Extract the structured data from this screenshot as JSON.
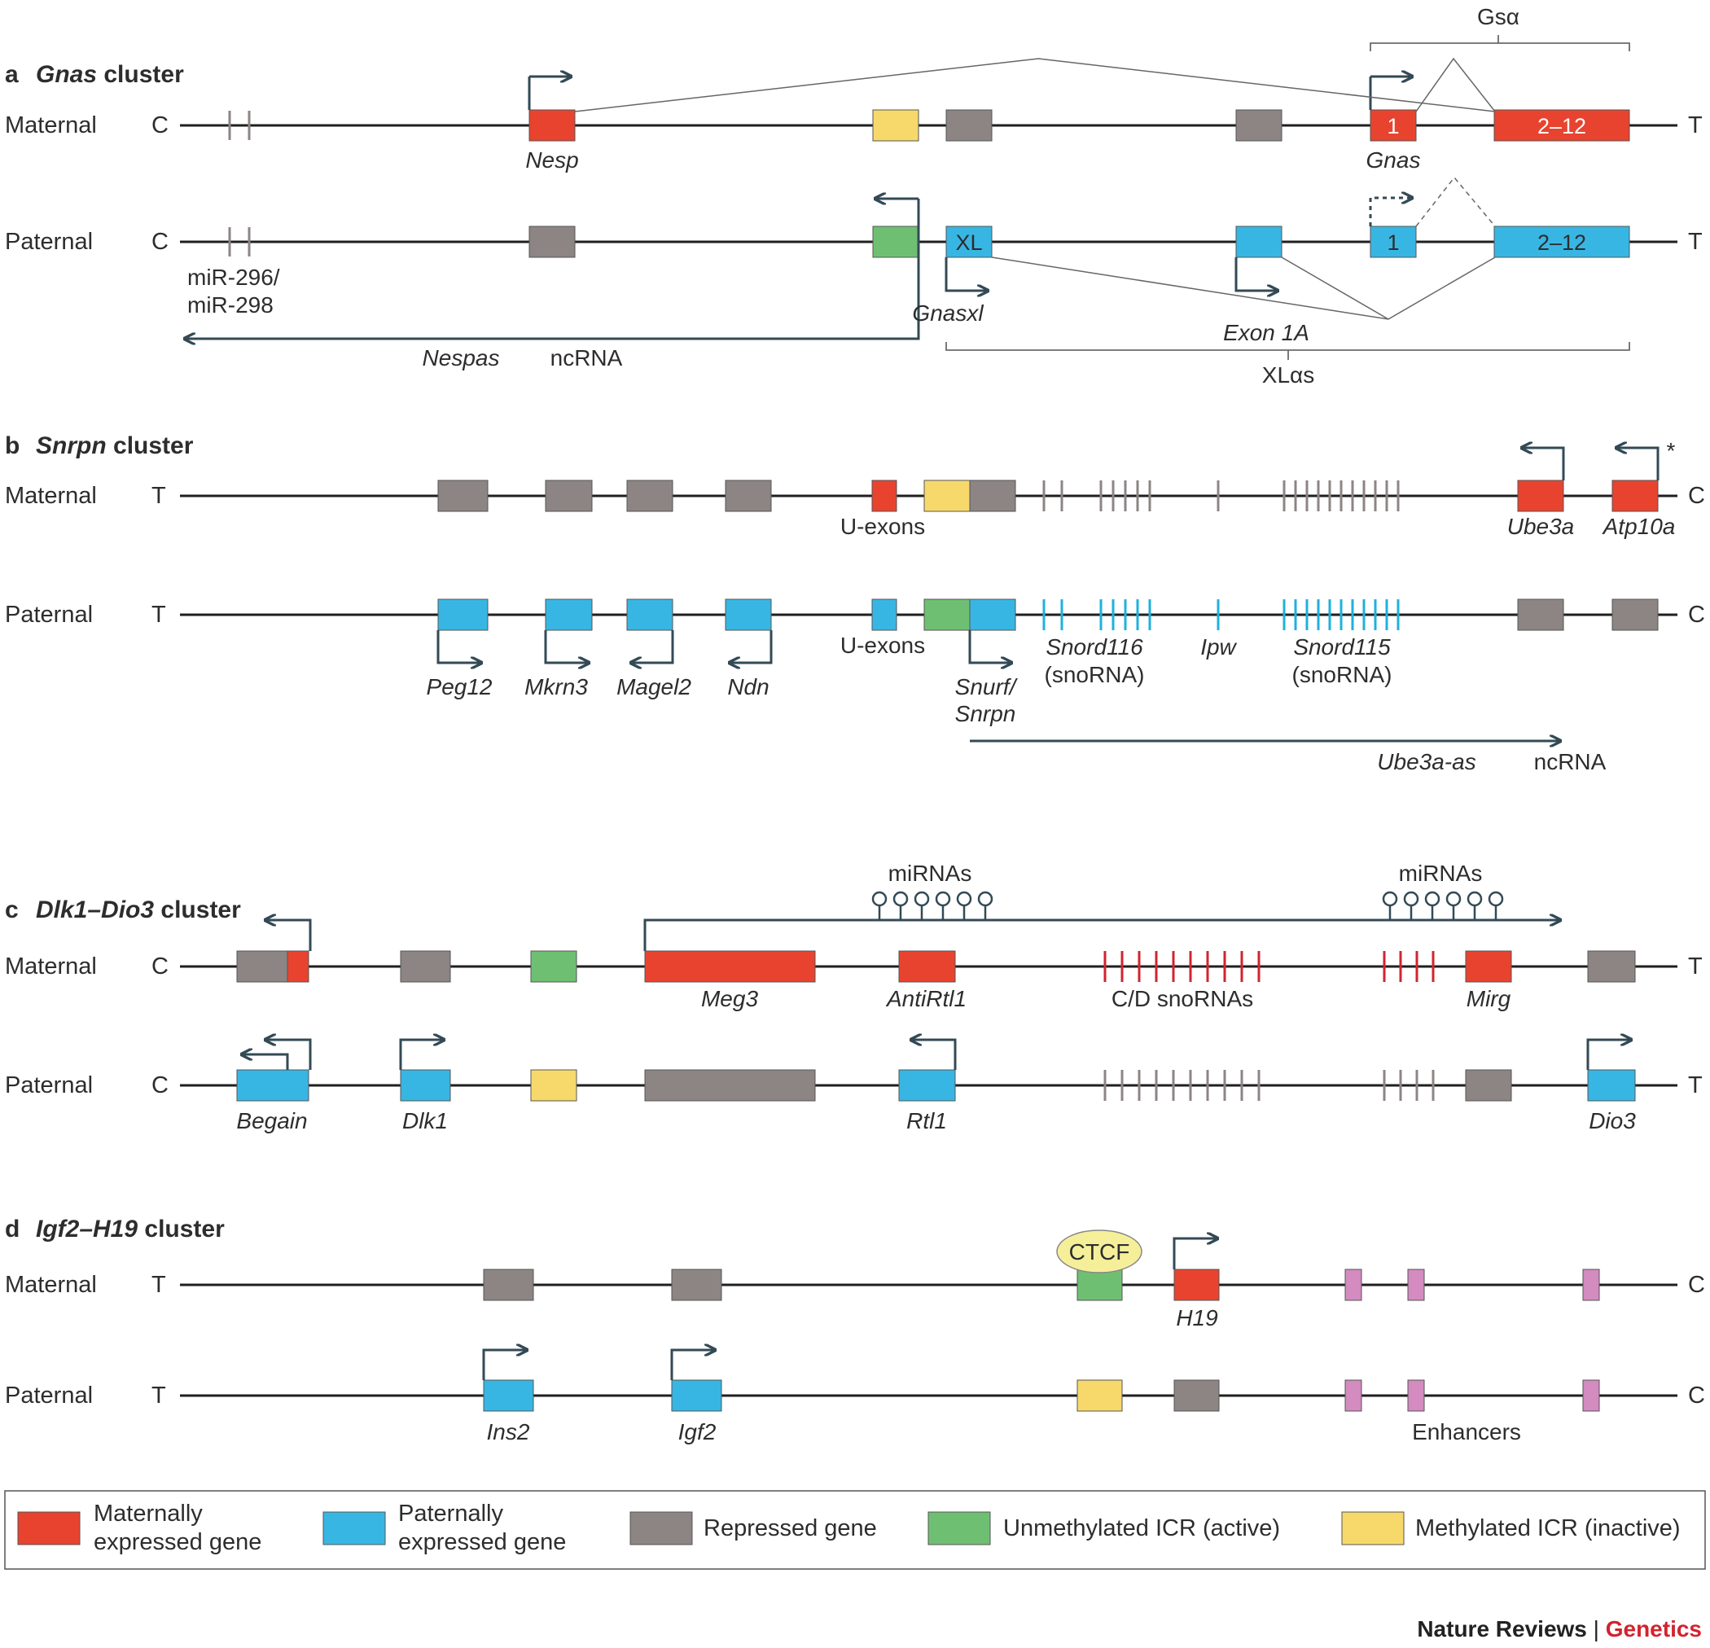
{
  "colors": {
    "maternal": "#e8432f",
    "paternal": "#38b6e3",
    "repressed": "#8c8584",
    "unmethylated_icr": "#6fbf73",
    "methylated_icr": "#f7d96b",
    "enhancer": "#d38bc0",
    "line": "#1f1f1f",
    "arrow": "#334a55",
    "ctcf": "#f6ef9a",
    "brand_red": "#d1242f"
  },
  "strand_labels": {
    "maternal": "Maternal",
    "paternal": "Paternal",
    "C": "C",
    "T": "T"
  },
  "panel_a": {
    "letter": "a",
    "title_italic": "Gnas",
    "title_rest": " cluster",
    "gsa_label": "Gsα",
    "genes": {
      "nesp": "Nesp",
      "gnas": "Gnas",
      "gnasxl": "Gnasxl",
      "exon1a": "Exon 1A",
      "nespas": "Nespas"
    },
    "texts": {
      "exon1": "1",
      "exons_2_12": "2–12",
      "xl": "XL",
      "mir_line1": "miR-296/",
      "mir_line2": "miR-298",
      "ncrna": "ncRNA",
      "xlas": "XLαs"
    }
  },
  "panel_b": {
    "letter": "b",
    "title_italic": "Snrpn",
    "title_rest": " cluster",
    "asterisk": "*",
    "genes": {
      "ube3a": "Ube3a",
      "atp10a": "Atp10a",
      "peg12": "Peg12",
      "mkrn3": "Mkrn3",
      "magel2": "Magel2",
      "ndn": "Ndn",
      "snurf_line1": "Snurf/",
      "snurf_line2": "Snrpn",
      "snord116": "Snord116",
      "ipw": "Ipw",
      "snord115": "Snord115",
      "ube3a_as": "Ube3a-as"
    },
    "texts": {
      "u_exons": "U-exons",
      "snorna": "(snoRNA)",
      "ncrna": "ncRNA"
    }
  },
  "panel_c": {
    "letter": "c",
    "title_italic": "Dlk1–Dio3",
    "title_rest": " cluster",
    "genes": {
      "meg3": "Meg3",
      "antirtl1": "AntiRtl1",
      "mirg": "Mirg",
      "begain": "Begain",
      "dlk1": "Dlk1",
      "rtl1": "Rtl1",
      "dio3": "Dio3"
    },
    "texts": {
      "mirnas_left": "miRNAs",
      "mirnas_right": "miRNAs",
      "cd_snornas": "C/D snoRNAs"
    }
  },
  "panel_d": {
    "letter": "d",
    "title_italic": "Igf2–H19",
    "title_rest": " cluster",
    "genes": {
      "h19": "H19",
      "ins2": "Ins2",
      "igf2": "Igf2"
    },
    "texts": {
      "ctcf": "CTCF",
      "enhancers": "Enhancers"
    }
  },
  "legend": {
    "items": [
      {
        "line1": "Maternally",
        "line2": "expressed gene",
        "color_key": "maternal"
      },
      {
        "line1": "Paternally",
        "line2": "expressed gene",
        "color_key": "paternal"
      },
      {
        "line1": "Repressed gene",
        "line2": "",
        "color_key": "repressed"
      },
      {
        "line1": "Unmethylated ICR (active)",
        "line2": "",
        "color_key": "unmethylated_icr"
      },
      {
        "line1": "Methylated ICR (inactive)",
        "line2": "",
        "color_key": "methylated_icr"
      }
    ]
  },
  "footer": {
    "journal": "Nature Reviews",
    "separator": " | ",
    "subject": "Genetics"
  }
}
